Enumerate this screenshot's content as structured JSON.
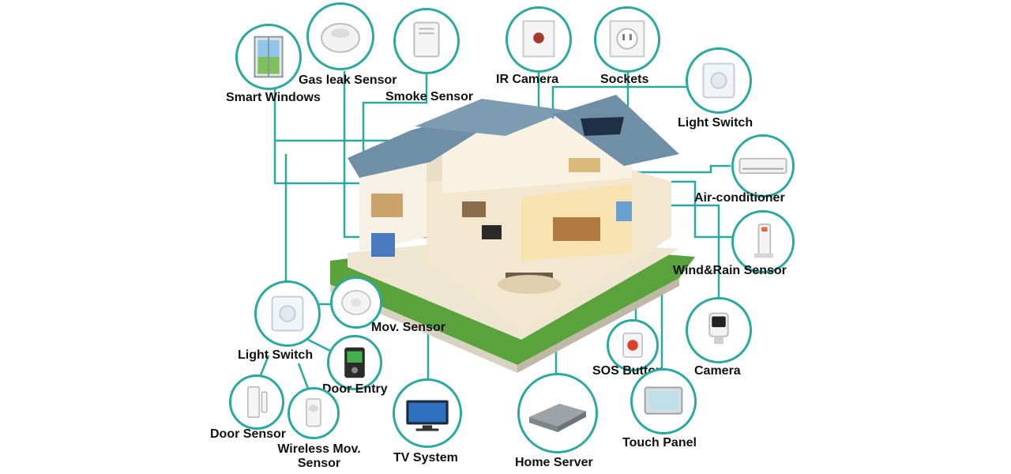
{
  "colors": {
    "connector": "#2aa9a0",
    "label": "#111111",
    "roof": "#6f8fa6",
    "lawn": "#5aa23c"
  },
  "labels": {
    "smart_windows": "Smart Windows",
    "gas_leak": "Gas leak Sensor",
    "smoke": "Smoke Sensor",
    "ir_camera": "IR Camera",
    "sockets": "Sockets",
    "light_switch_top": "Light Switch",
    "air_conditioner": "Air-conditioner",
    "wind_rain": "Wind&Rain Sensor",
    "camera": "Camera",
    "sos": "SOS Button",
    "touch_panel": "Touch Panel",
    "home_server": "Home Server",
    "tv_system": "TV System",
    "mov_sensor": "Mov. Sensor",
    "light_switch_left": "Light Switch",
    "door_entry": "Door Entry",
    "door_sensor": "Door Sensor",
    "wireless_mov_1": "Wireless Mov.",
    "wireless_mov_2": "Sensor"
  },
  "icons": {
    "smart_windows": "window-icon",
    "gas_leak": "gas-sensor-icon",
    "smoke": "smoke-sensor-icon",
    "ir_camera": "ir-camera-icon",
    "sockets": "socket-icon",
    "light_switch_top": "light-switch-icon",
    "air_conditioner": "air-conditioner-icon",
    "wind_rain": "wind-rain-sensor-icon",
    "camera": "camera-icon",
    "sos": "sos-button-icon",
    "touch_panel": "touch-panel-icon",
    "home_server": "home-server-icon",
    "tv_system": "tv-icon",
    "mov_sensor": "motion-sensor-icon",
    "light_switch_left": "light-switch-icon",
    "door_entry": "door-entry-icon",
    "door_sensor": "door-sensor-icon",
    "wireless_mov": "wireless-motion-sensor-icon"
  }
}
